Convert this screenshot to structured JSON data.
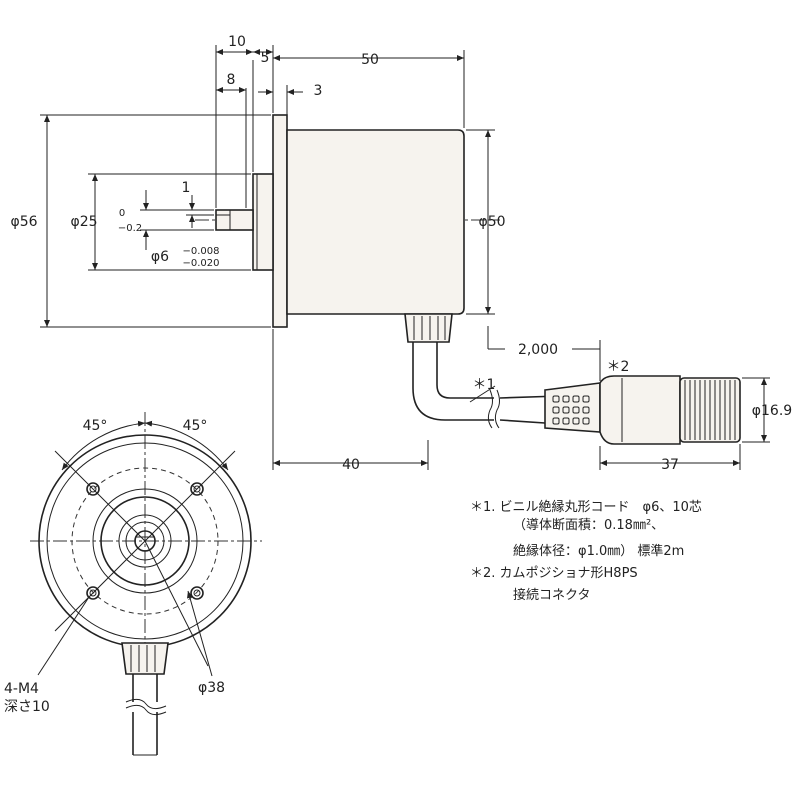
{
  "dimensions": {
    "d10": "10",
    "d5": "5",
    "d50_len": "50",
    "d8": "8",
    "d3": "3",
    "d1": "1",
    "phi56": "φ56",
    "phi25": "φ25",
    "tol_25_upper": "0",
    "tol_25_lower": "−0.2",
    "phi6": "φ6",
    "tol_6_upper": "−0.008",
    "tol_6_lower": "−0.020",
    "phi50": "φ50",
    "d2000": "2,000",
    "mark1": "＊1",
    "mark2": "＊2",
    "phi16_9": "φ16.9",
    "d40": "40",
    "d37": "37",
    "angle_left": "45°",
    "angle_right": "45°",
    "tap_line1": "4-M4",
    "tap_line2": "深さ10",
    "phi38": "φ38"
  },
  "notes": {
    "n1_line1": "＊1. ビニル絶縁丸形コード　φ6、10芯",
    "n1_line2": "（導体断面積：0.18㎜²、",
    "n1_line3": "絶縁体径：φ1.0㎜）  標準2m",
    "n2_line1": "＊2. カムポジショナ形H8PS",
    "n2_line2": "接続コネクタ"
  }
}
